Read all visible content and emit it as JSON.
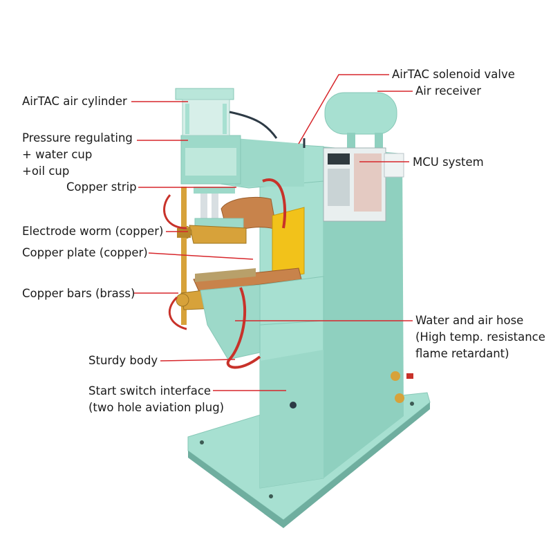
{
  "colors": {
    "body": "#a7e0d1",
    "body_shadow": "#86c7b6",
    "body_dark": "#6fae9f",
    "copper": "#c8834b",
    "brass": "#d7a23a",
    "yellow_plate": "#f2c21a",
    "hose": "#c8322a",
    "leader": "#d7262b"
  },
  "labels": {
    "solenoid_valve": "AirTAC solenoid valve",
    "air_receiver": "Air receiver",
    "air_cylinder": "AirTAC air cylinder",
    "pressure_regulating": [
      "Pressure regulating",
      "+ water cup",
      "+oil cup"
    ],
    "mcu_system": "MCU system",
    "copper_strip": "Copper strip",
    "electrode_worm": "Electrode worm (copper)",
    "copper_plate": "Copper plate (copper)",
    "copper_bars": "Copper bars (brass)",
    "water_air_hose": [
      "Water and air hose",
      "(High temp. resistance",
      " flame retardant)"
    ],
    "sturdy_body": "Sturdy body",
    "start_switch": [
      "Start switch interface",
      "(two hole aviation plug)"
    ]
  }
}
